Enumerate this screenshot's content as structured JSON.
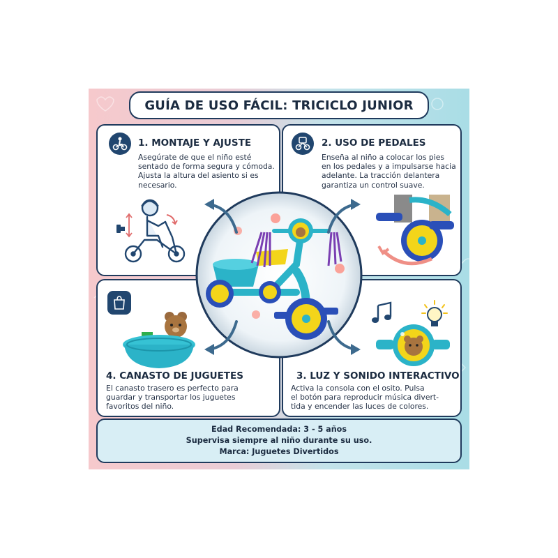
{
  "title": "GUÍA DE USO FÁCIL: TRICICLO JUNIOR",
  "sections": [
    {
      "heading": "1. MONTAJE Y AJUSTE",
      "icon": "child-on-tricycle-icon",
      "lines": [
        "Asegúrate de que el niño esté",
        "sentado de forma segura y cómoda.",
        "Ajusta la altura del asiento si es",
        "necesario."
      ]
    },
    {
      "heading": "2. USO DE PEDALES",
      "icon": "pedaling-icon",
      "lines": [
        "Enseña al niño a colocar los pies",
        "en los pedales y a impulsarse hacia",
        "adelante. La tracción delantera",
        "garantiza un control suave."
      ]
    },
    {
      "heading": "4. CANASTO DE JUGUETES",
      "icon": "shopping-bag-icon",
      "lines": [
        "El canasto trasero es perfecto para",
        "guardar y transportar los juguetes",
        "favoritos del niño."
      ]
    },
    {
      "heading": "3. LUZ Y SONIDO INTERACTIVO",
      "icon": "music-note-icon",
      "lines": [
        "Activa la consola con el osito. Pulsa",
        "el botón para reproducir música divert-",
        "tida y encender las luces de colores."
      ]
    }
  ],
  "footer": {
    "line1": "Edad Recomendada: 3 - 5 años",
    "line2": "Supervisa siempre al niño durante su uso.",
    "line3": "Marca: Juguetes Divertidos"
  },
  "colors": {
    "navy": "#1f3a5c",
    "teal": "#2bb3c8",
    "yellow": "#f3d51a",
    "blue": "#2a4fb8",
    "purple": "#7a3fb2",
    "coral": "#ef8f86"
  }
}
